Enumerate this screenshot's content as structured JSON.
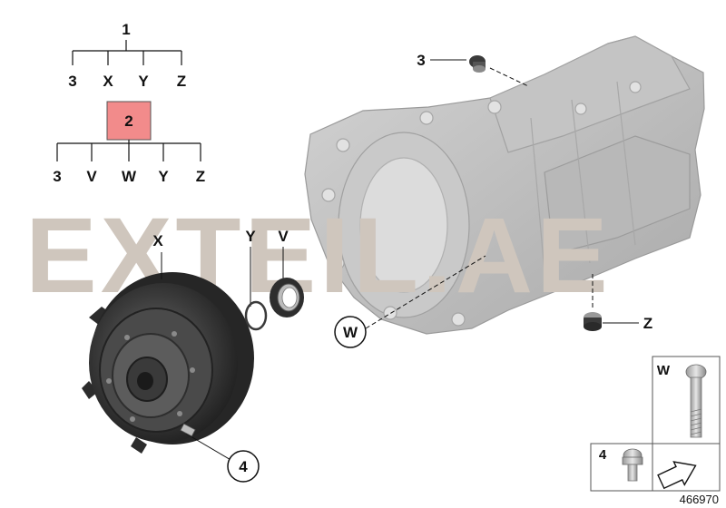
{
  "watermark": "EXTEIL.AE",
  "tree1": {
    "root": "1",
    "children": [
      "3",
      "X",
      "Y",
      "Z"
    ]
  },
  "tree2": {
    "root": "2",
    "children": [
      "3",
      "V",
      "W",
      "Y",
      "Z"
    ],
    "highlight_color": "#f28b8b"
  },
  "callouts": {
    "x_label": "X",
    "y_label": "Y",
    "v_label": "V",
    "w_label": "W",
    "plug_top": "3",
    "plug_bottom": "Z",
    "converter_bolt": "4"
  },
  "legend": {
    "bolt_w": "W",
    "bolt_4": "4"
  },
  "reference_number": "466970"
}
